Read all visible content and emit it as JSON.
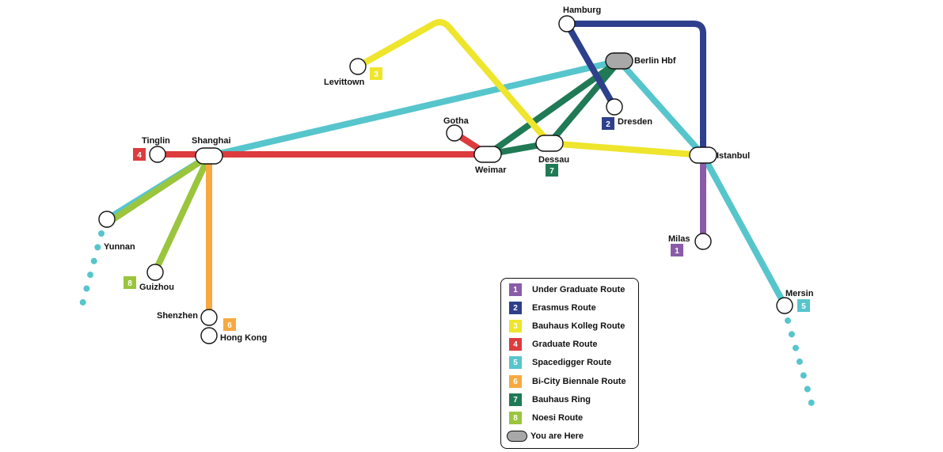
{
  "colors": {
    "1": "#8a5ca8",
    "2": "#2e3f8c",
    "3": "#eee52c",
    "4": "#dc3c3e",
    "5": "#57c5cc",
    "6": "#f7a940",
    "7": "#1f7a55",
    "8": "#9ac53d",
    "here": "#a8a8a8"
  },
  "stations": {
    "hamburg": "Hamburg",
    "berlin": "Berlin Hbf",
    "levittown": "Levittown",
    "dresden": "Dresden",
    "gotha": "Gotha",
    "tinglin": "Tinglin",
    "shanghai": "Shanghai",
    "weimar": "Weimar",
    "dessau": "Dessau",
    "istanbul": "Istanbul",
    "yunnan": "Yunnan",
    "milas": "Milas",
    "guizhou": "Guizhou",
    "mersin": "Mersin",
    "shenzhen": "Shenzhen",
    "hongkong": "Hong Kong"
  },
  "badges": {
    "levittown": "3",
    "dresden": "2",
    "tinglin": "4",
    "dessau": "7",
    "milas": "1",
    "guizhou": "8",
    "shenzhen": "6",
    "mersin": "5"
  },
  "legend": [
    {
      "num": "1",
      "label": "Under Graduate Route",
      "color": "#8a5ca8"
    },
    {
      "num": "2",
      "label": "Erasmus Route",
      "color": "#2e3f8c"
    },
    {
      "num": "3",
      "label": "Bauhaus Kolleg Route",
      "color": "#eee52c"
    },
    {
      "num": "4",
      "label": "Graduate Route",
      "color": "#dc3c3e"
    },
    {
      "num": "5",
      "label": "Spacedigger Route",
      "color": "#57c5cc"
    },
    {
      "num": "6",
      "label": "Bi-City Biennale Route",
      "color": "#f7a940"
    },
    {
      "num": "7",
      "label": "Bauhaus Ring",
      "color": "#1f7a55"
    },
    {
      "num": "8",
      "label": "Noesi Route",
      "color": "#9ac53d"
    }
  ],
  "legend_here_label": "You are Here"
}
